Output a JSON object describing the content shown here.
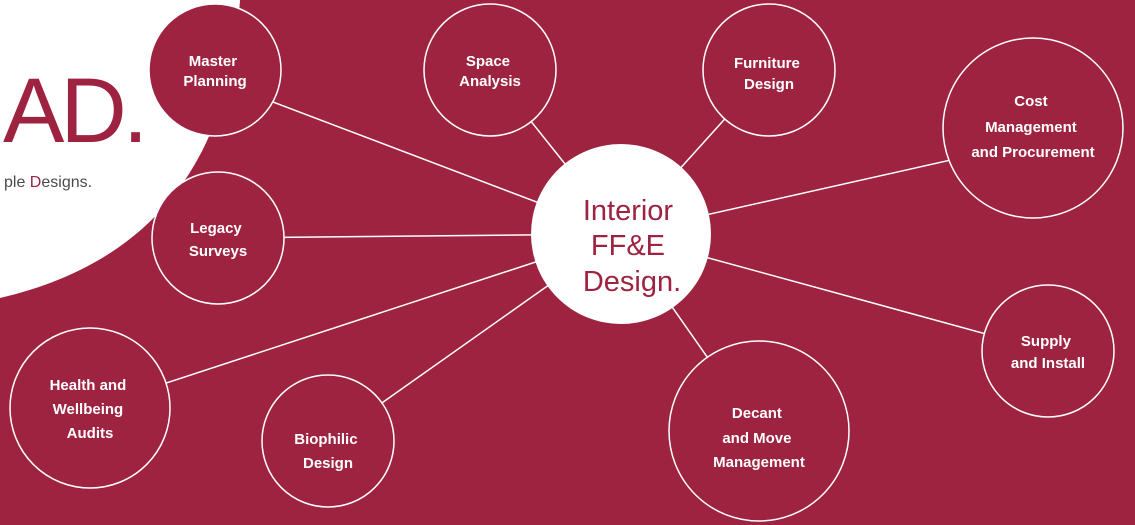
{
  "colors": {
    "background": "#9e2340",
    "white": "#ffffff",
    "accent": "#9e2340",
    "tagline_gray": "#4a4a4a"
  },
  "logo": {
    "mark": "AD.",
    "tagline_prefix": "ple ",
    "tagline_accent": "D",
    "tagline_suffix": "esigns."
  },
  "center": {
    "lines": [
      "Interior",
      "FF&E",
      "Design."
    ]
  },
  "nodes": [
    {
      "id": "master-planning",
      "lines": [
        "Master",
        "Planning"
      ]
    },
    {
      "id": "space-analysis",
      "lines": [
        "Space",
        "Analysis"
      ]
    },
    {
      "id": "furniture-design",
      "lines": [
        "Furniture",
        "Design"
      ]
    },
    {
      "id": "cost-management",
      "lines": [
        "Cost",
        "Management",
        "and Procurement"
      ]
    },
    {
      "id": "legacy-surveys",
      "lines": [
        "Legacy",
        "Surveys"
      ]
    },
    {
      "id": "supply-install",
      "lines": [
        "Supply",
        "and Install"
      ]
    },
    {
      "id": "health-wellbeing",
      "lines": [
        "Health and",
        "Wellbeing",
        "Audits"
      ]
    },
    {
      "id": "biophilic-design",
      "lines": [
        "Biophilic",
        "Design"
      ]
    },
    {
      "id": "decant-move",
      "lines": [
        "Decant",
        "and Move",
        "Management"
      ]
    }
  ]
}
